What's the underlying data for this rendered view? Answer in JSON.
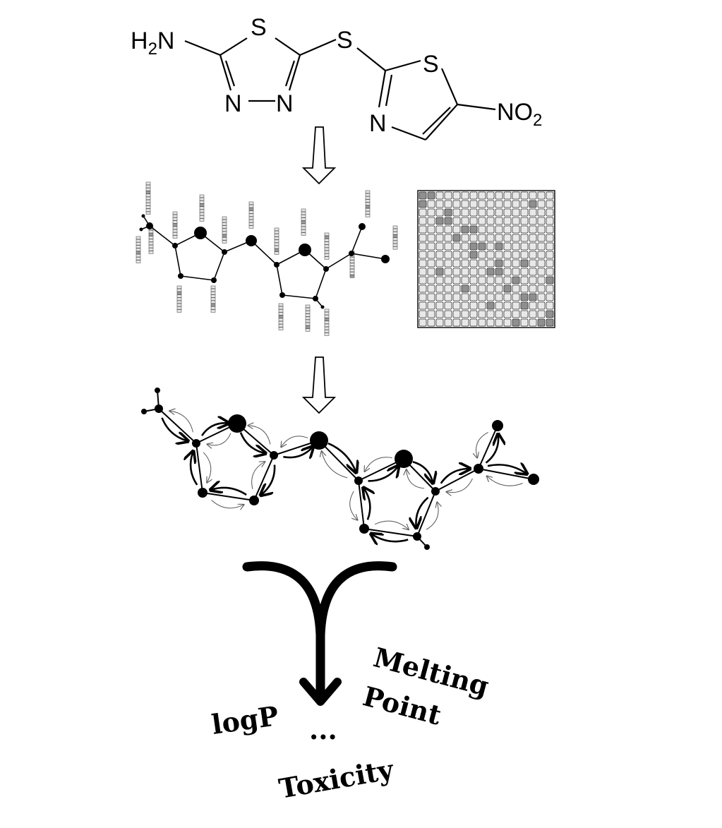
{
  "molecule": {
    "amine": {
      "base": "H",
      "subscript": "2",
      "suffix": "N"
    },
    "ring1": {
      "sulfur": "S",
      "nitrogen_left": "N",
      "nitrogen_right": "N"
    },
    "linker": {
      "sulfur": "S"
    },
    "ring2": {
      "sulfur": "S",
      "nitrogen": "N"
    },
    "nitro": {
      "base": "NO",
      "subscript": "2"
    }
  },
  "properties": {
    "logp": "logP",
    "melting_line1": "Melting",
    "melting_line2": "Point",
    "ellipsis": "...",
    "toxicity": "Toxicity"
  },
  "colors": {
    "ink": "#000000",
    "feature_cell": "#e6e6e6",
    "feature_cell_dark": "#9a9a9a",
    "matrix_cell": "#e8e8e8",
    "matrix_cell_dark": "#8f8f8f",
    "thin_arrow": "#555555"
  }
}
